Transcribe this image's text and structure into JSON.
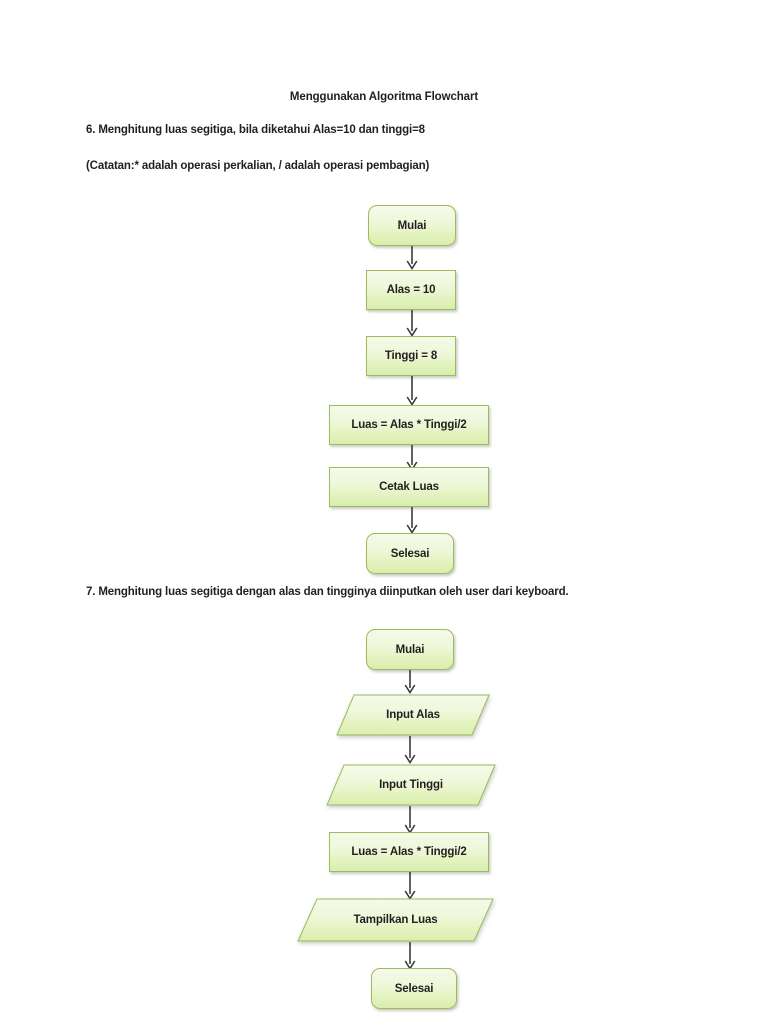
{
  "document": {
    "title": "Menggunakan Algoritma Flowchart",
    "item6": "6. Menghitung luas segitiga, bila diketahui Alas=10 dan tinggi=8",
    "note": "(Catatan:* adalah operasi perkalian, / adalah operasi pembagian)",
    "item7": "7. Menghitung luas segitiga dengan alas dan tingginya diinputkan oleh user dari keyboard."
  },
  "colors": {
    "shape_fill_top": "#f5faea",
    "shape_fill_bottom": "#d8eeae",
    "shape_border": "#9cbb5a",
    "connector": "#3b3b3b",
    "text": "#231f20",
    "page_background": "#ffffff"
  },
  "flowchart1": {
    "name": "luas-segitiga-nilai-tetap",
    "nodes": [
      {
        "id": "f1-start",
        "label": "Mulai",
        "shape": "terminator"
      },
      {
        "id": "f1-alas",
        "label": "Alas = 10",
        "shape": "process"
      },
      {
        "id": "f1-tinggi",
        "label": "Tinggi = 8",
        "shape": "process"
      },
      {
        "id": "f1-luas",
        "label": "Luas = Alas * Tinggi/2",
        "shape": "process"
      },
      {
        "id": "f1-cetak",
        "label": "Cetak Luas",
        "shape": "process"
      },
      {
        "id": "f1-end",
        "label": "Selesai",
        "shape": "terminator"
      }
    ],
    "edges": [
      {
        "from": "f1-start",
        "to": "f1-alas"
      },
      {
        "from": "f1-alas",
        "to": "f1-tinggi"
      },
      {
        "from": "f1-tinggi",
        "to": "f1-luas"
      },
      {
        "from": "f1-luas",
        "to": "f1-cetak"
      },
      {
        "from": "f1-cetak",
        "to": "f1-end"
      }
    ]
  },
  "flowchart2": {
    "name": "luas-segitiga-input-user",
    "nodes": [
      {
        "id": "f2-start",
        "label": "Mulai",
        "shape": "terminator"
      },
      {
        "id": "f2-inalas",
        "label": "Input Alas",
        "shape": "input-output"
      },
      {
        "id": "f2-intggi",
        "label": "Input Tinggi",
        "shape": "input-output"
      },
      {
        "id": "f2-luas",
        "label": "Luas = Alas * Tinggi/2",
        "shape": "process"
      },
      {
        "id": "f2-tampil",
        "label": "Tampilkan Luas",
        "shape": "input-output"
      },
      {
        "id": "f2-end",
        "label": "Selesai",
        "shape": "terminator"
      }
    ],
    "edges": [
      {
        "from": "f2-start",
        "to": "f2-inalas"
      },
      {
        "from": "f2-inalas",
        "to": "f2-intggi"
      },
      {
        "from": "f2-intggi",
        "to": "f2-luas"
      },
      {
        "from": "f2-luas",
        "to": "f2-tampil"
      },
      {
        "from": "f2-tampil",
        "to": "f2-end"
      }
    ]
  }
}
